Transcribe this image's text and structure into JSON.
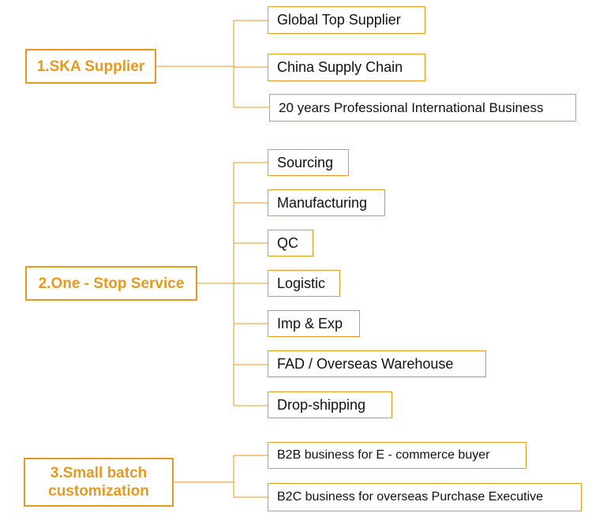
{
  "colors": {
    "accent": "#E59A1F",
    "text": "#111111",
    "background": "#ffffff"
  },
  "groups": [
    {
      "title_lines": [
        "1.SKA Supplier"
      ],
      "items": [
        "Global Top Supplier",
        "China Supply Chain",
        "20 years Professional International Business"
      ]
    },
    {
      "title_lines": [
        "2.One - Stop Service"
      ],
      "items": [
        "Sourcing",
        "Manufacturing",
        "QC",
        "Logistic",
        "Imp & Exp",
        "FAD / Overseas Warehouse",
        "Drop-shipping"
      ]
    },
    {
      "title_lines": [
        "3.Small batch",
        "customization"
      ],
      "items": [
        "B2B business for E - commerce buyer",
        "B2C business for overseas Purchase Executive"
      ]
    }
  ]
}
